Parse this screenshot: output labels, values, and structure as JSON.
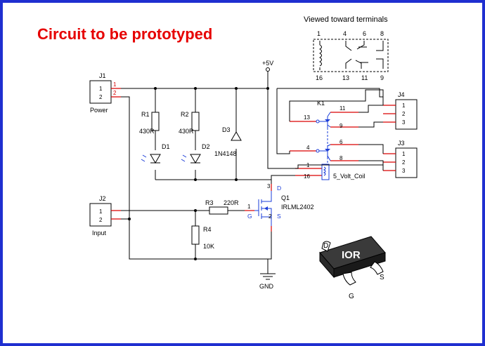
{
  "title": "Circuit to be prototyped",
  "relay_view": {
    "caption": "Viewed toward terminals",
    "top_pins": [
      "1",
      "4",
      "6",
      "8"
    ],
    "bottom_pins": [
      "16",
      "13",
      "11",
      "9"
    ]
  },
  "connectors": {
    "j1": {
      "ref": "J1",
      "name": "Power",
      "pins": [
        "1",
        "2"
      ]
    },
    "j2": {
      "ref": "J2",
      "name": "Input",
      "pins": [
        "1",
        "2"
      ]
    },
    "j3": {
      "ref": "J3",
      "pins": [
        "1",
        "2",
        "3"
      ]
    },
    "j4": {
      "ref": "J4",
      "pins": [
        "1",
        "2",
        "3"
      ]
    }
  },
  "components": {
    "r1": {
      "ref": "R1",
      "value": "430R"
    },
    "r2": {
      "ref": "R2",
      "value": "430R"
    },
    "r3": {
      "ref": "R3",
      "value": "220R"
    },
    "r4": {
      "ref": "R4",
      "value": "10K"
    },
    "d1": {
      "ref": "D1"
    },
    "d2": {
      "ref": "D2"
    },
    "d3": {
      "ref": "D3",
      "value": "1N4148"
    },
    "q1": {
      "ref": "Q1",
      "value": "IRLML2402",
      "pin_d": "D",
      "pin_g": "G",
      "pin_s": "S",
      "pin_num_d": "3",
      "pin_num_g": "1",
      "pin_num_s": "2"
    },
    "k1": {
      "ref": "K1",
      "coil": "5_Volt_Coil",
      "pins": {
        "p13": "13",
        "p11": "11",
        "p9": "9",
        "p4": "4",
        "p6": "6",
        "p8": "8",
        "p1": "1",
        "p16": "16"
      }
    }
  },
  "rails": {
    "vcc": "+5V",
    "gnd": "GND"
  },
  "package": {
    "marking": "IOR",
    "d": "D",
    "g": "G",
    "s": "S"
  },
  "colors": {
    "title": "#e60000",
    "frame": "#1f2fd0",
    "pin_wire": "#d90000",
    "ref_text": "#1a3cd8"
  }
}
